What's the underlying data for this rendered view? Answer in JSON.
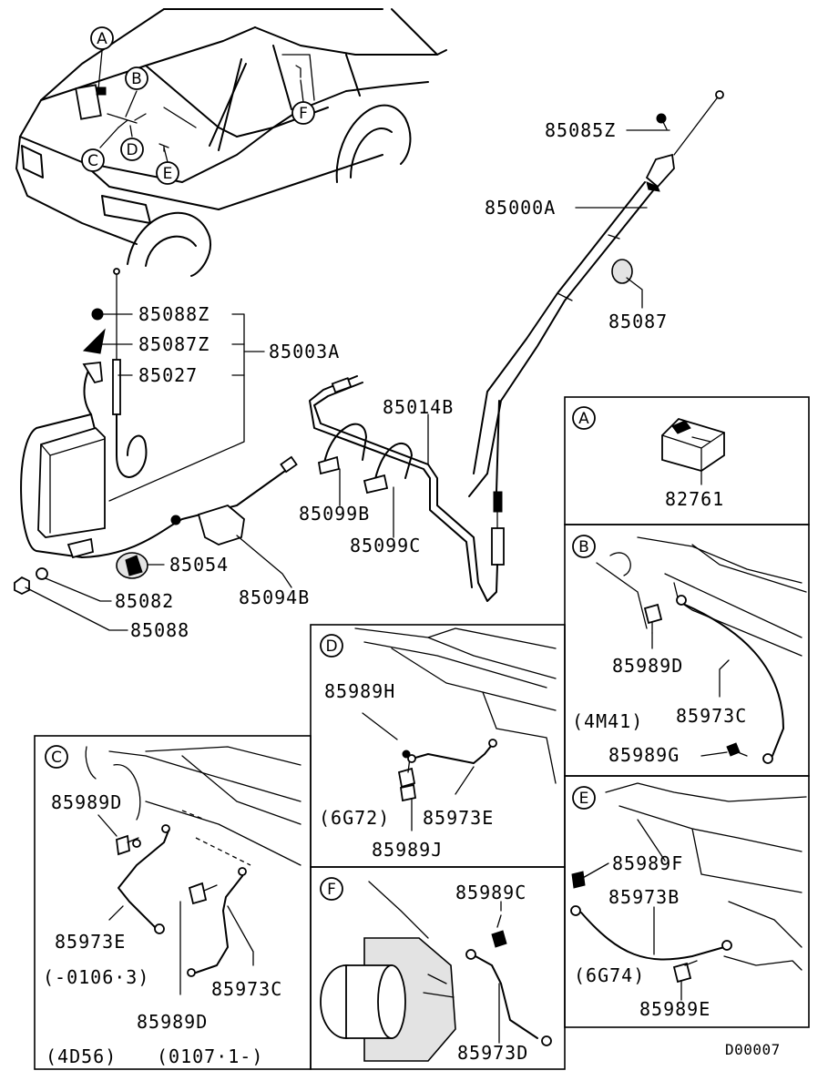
{
  "diagram_code": "D00007",
  "keys": [
    "A",
    "B",
    "C",
    "D",
    "E",
    "F"
  ],
  "main_parts": {
    "p85085z": "85085Z",
    "p85000a": "85000A",
    "p85087": "85087",
    "p85088z": "85088Z",
    "p85087z": "85087Z",
    "p85027": "85027",
    "p85003a": "85003A",
    "p85014b": "85014B",
    "p85099b": "85099B",
    "p85099c": "85099C",
    "p85054": "85054",
    "p85082": "85082",
    "p85088": "85088",
    "p85094b": "85094B"
  },
  "detail_a": {
    "key": "A",
    "part": "82761"
  },
  "detail_b": {
    "key": "B",
    "bolt": "85989D",
    "engine": "(4M41)",
    "cable": "85973C",
    "bolt2": "85989G"
  },
  "detail_c": {
    "key": "C",
    "bolt_top": "85989D",
    "cable1": "85973E",
    "date1": "(-0106·3)",
    "cable2": "85973C",
    "bolt_bottom": "85989D",
    "engine": "(4D56)",
    "date2": "(0107·1-)"
  },
  "detail_d": {
    "key": "D",
    "bolt_top": "85989H",
    "engine": "(6G72)",
    "cable": "85973E",
    "bolt_bottom": "85989J"
  },
  "detail_e": {
    "key": "E",
    "bolt_top": "85989F",
    "cable": "85973B",
    "engine": "(6G74)",
    "bolt_bottom": "85989E"
  },
  "detail_f": {
    "key": "F",
    "bolt": "85989C",
    "cable": "85973D"
  }
}
